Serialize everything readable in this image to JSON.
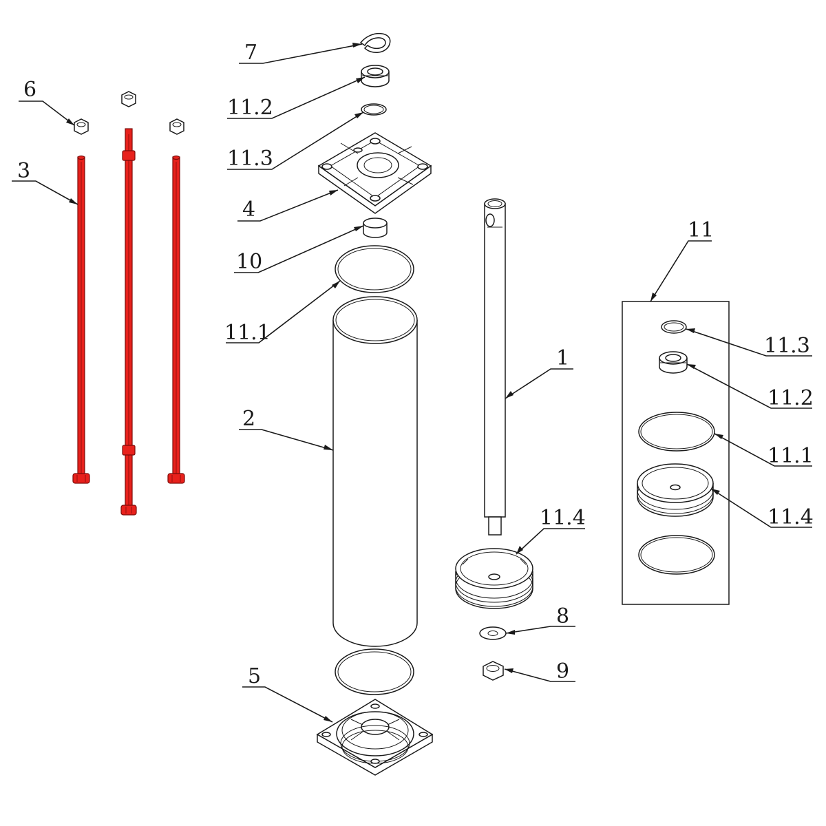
{
  "colors": {
    "tie_rod": "#e8211c",
    "line": "#1a1a1a",
    "background": "#ffffff"
  },
  "labels": {
    "rod": "1",
    "tube": "2",
    "tie_rods": "3",
    "head_cap": "4",
    "base_cap": "5",
    "nuts": "6",
    "snap_ring": "7",
    "washer": "8",
    "piston_nut": "9",
    "bushing": "10",
    "o_ring_top": "11.1",
    "rod_seal": "11.2",
    "wiper_ring": "11.3",
    "piston": "11.4",
    "seal_kit": "11",
    "kit_wiper_ring": "11.3",
    "kit_rod_seal": "11.2",
    "kit_o_ring": "11.1",
    "kit_piston": "11.4"
  }
}
